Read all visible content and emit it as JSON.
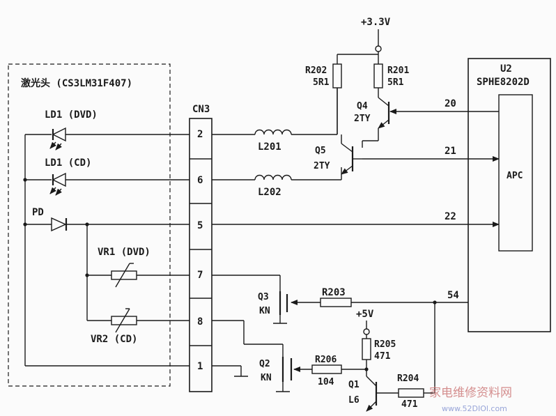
{
  "laser_head": {
    "label": "激光头 (CS3LM31F407)"
  },
  "ld1_dvd": "LD1 (DVD)",
  "ld1_cd": "LD1 (CD)",
  "pd": "PD",
  "vr1": "VR1 (DVD)",
  "vr2": "VR2 (CD)",
  "cn3": {
    "label": "CN3",
    "pins": [
      "2",
      "6",
      "5",
      "7",
      "8",
      "1"
    ]
  },
  "inductors": [
    "L201",
    "L202"
  ],
  "supply_33": "+3.3V",
  "supply_5": "+5V",
  "r202": {
    "name": "R202",
    "value": "5R1"
  },
  "r201": {
    "name": "R201",
    "value": "5R1"
  },
  "q4": {
    "name": "Q4",
    "type": "2TY"
  },
  "q5": {
    "name": "Q5",
    "type": "2TY"
  },
  "q3": {
    "name": "Q3",
    "type": "KN"
  },
  "q2": {
    "name": "Q2",
    "type": "KN"
  },
  "q1": {
    "name": "Q1",
    "type": "L6"
  },
  "r203": "R203",
  "r205": {
    "name": "R205",
    "value": "471"
  },
  "r206": {
    "name": "R206",
    "value": "104"
  },
  "r204": {
    "name": "R204",
    "value": "471"
  },
  "u2": {
    "name": "U2",
    "part": "SPHE8202D",
    "block": "APC"
  },
  "ic_pins": [
    "20",
    "21",
    "22",
    "54"
  ],
  "watermark": {
    "text": "家电维修资料网",
    "url": "www.52DIOl.com"
  }
}
